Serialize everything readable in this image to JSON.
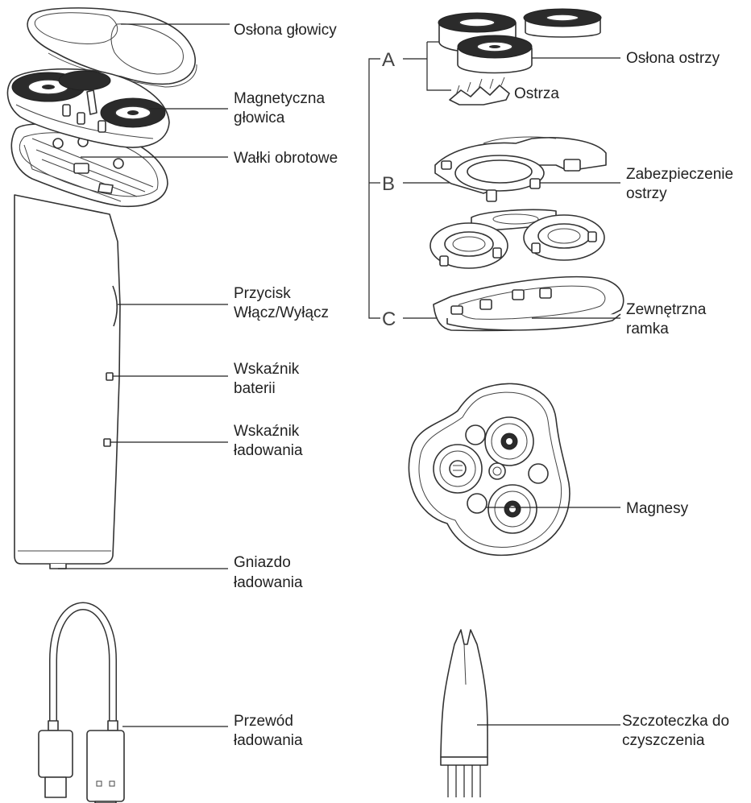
{
  "labels": {
    "head_cover": "Osłona głowicy",
    "magnetic_head_l1": "Magnetyczna",
    "magnetic_head_l2": "głowica",
    "rollers": "Wałki obrotowe",
    "power_button_l1": "Przycisk",
    "power_button_l2": "Włącz/Wyłącz",
    "battery_indicator_l1": "Wskaźnik",
    "battery_indicator_l2": "baterii",
    "charging_indicator_l1": "Wskaźnik",
    "charging_indicator_l2": "ładowania",
    "charging_port_l1": "Gniazdo",
    "charging_port_l2": "ładowania",
    "cable_l1": "Przewód",
    "cable_l2": "ładowania",
    "blade_cover": "Osłona ostrzy",
    "blades": "Ostrza",
    "blade_guard_l1": "Zabezpieczenie",
    "blade_guard_l2": "ostrzy",
    "outer_frame_l1": "Zewnętrzna",
    "outer_frame_l2": "ramka",
    "magnets": "Magnesy",
    "brush_l1": "Szczoteczka do",
    "brush_l2": "czyszczenia"
  },
  "group_letters": {
    "a": "A",
    "b": "B",
    "c": "C"
  },
  "icons": [
    "shaver-body-illustration",
    "head-cover-illustration",
    "magnetic-head-illustration",
    "blade-cover-illustration",
    "blades-illustration",
    "blade-guard-illustration",
    "outer-frame-illustration",
    "magnet-plate-illustration",
    "usb-cable-illustration",
    "cleaning-brush-illustration"
  ]
}
